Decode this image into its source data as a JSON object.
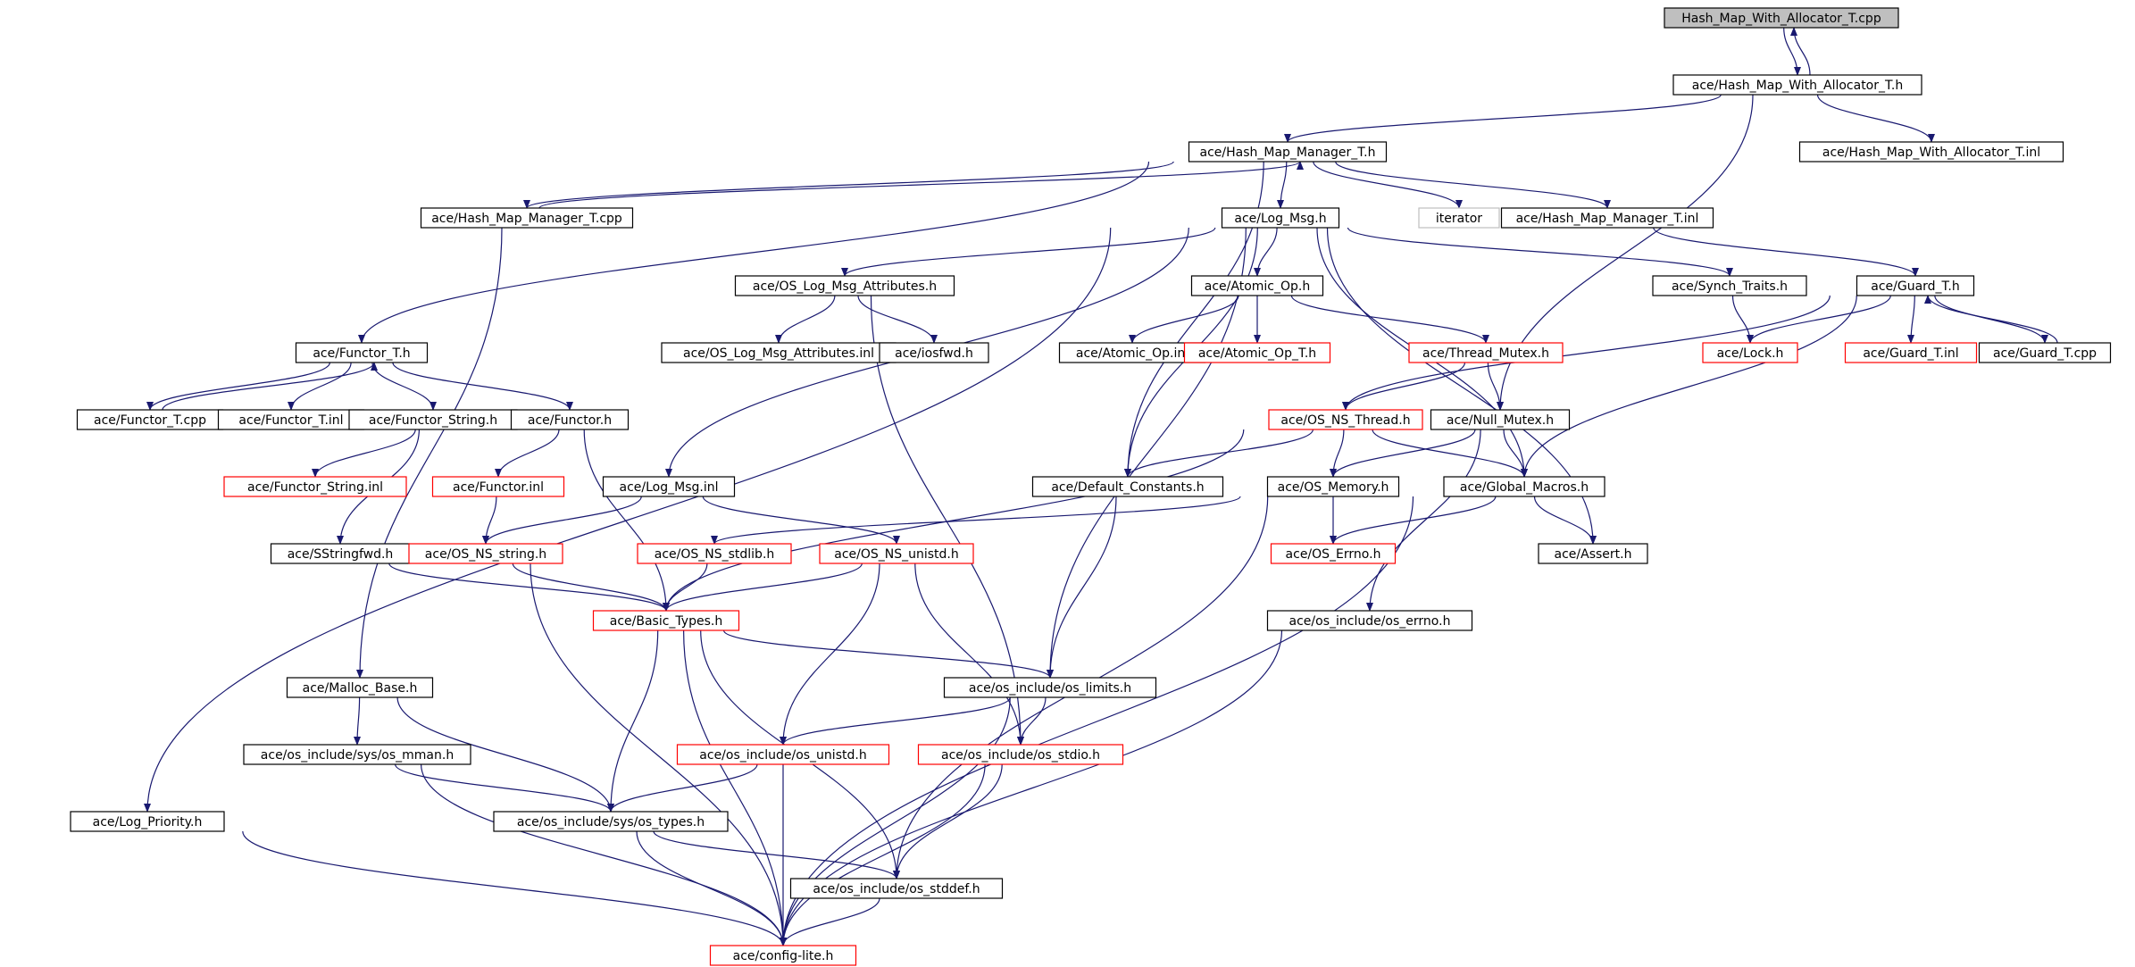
{
  "colors": {
    "edge": "#191970",
    "box_border": "#000000",
    "missing_border": "#ff0000",
    "external_border": "#bfbfbf",
    "root_fill": "#bfbfbf"
  },
  "nodes": [
    {
      "id": "n0",
      "label": "Hash_Map_With_Allocator_T.cpp",
      "kind": "root"
    },
    {
      "id": "n1",
      "label": "ace/Hash_Map_With_Allocator_T.h",
      "kind": "normal"
    },
    {
      "id": "n2",
      "label": "ace/Hash_Map_Manager_T.h",
      "kind": "normal"
    },
    {
      "id": "n3",
      "label": "ace/Hash_Map_With_Allocator_T.inl",
      "kind": "normal"
    },
    {
      "id": "n4",
      "label": "ace/Hash_Map_Manager_T.cpp",
      "kind": "normal"
    },
    {
      "id": "n5",
      "label": "ace/Log_Msg.h",
      "kind": "normal"
    },
    {
      "id": "n6",
      "label": "iterator",
      "kind": "external"
    },
    {
      "id": "n7",
      "label": "ace/Hash_Map_Manager_T.inl",
      "kind": "normal"
    },
    {
      "id": "n8",
      "label": "ace/OS_Log_Msg_Attributes.h",
      "kind": "normal"
    },
    {
      "id": "n9",
      "label": "ace/Atomic_Op.h",
      "kind": "normal"
    },
    {
      "id": "n10",
      "label": "ace/Synch_Traits.h",
      "kind": "normal"
    },
    {
      "id": "n11",
      "label": "ace/Guard_T.h",
      "kind": "normal"
    },
    {
      "id": "n12",
      "label": "ace/Functor_T.h",
      "kind": "normal"
    },
    {
      "id": "n13",
      "label": "ace/OS_Log_Msg_Attributes.inl",
      "kind": "normal"
    },
    {
      "id": "n14",
      "label": "ace/iosfwd.h",
      "kind": "normal"
    },
    {
      "id": "n15",
      "label": "ace/Atomic_Op.inl",
      "kind": "normal"
    },
    {
      "id": "n16",
      "label": "ace/Atomic_Op_T.h",
      "kind": "missing"
    },
    {
      "id": "n17",
      "label": "ace/Thread_Mutex.h",
      "kind": "missing"
    },
    {
      "id": "n18",
      "label": "ace/Lock.h",
      "kind": "missing"
    },
    {
      "id": "n19",
      "label": "ace/Guard_T.inl",
      "kind": "missing"
    },
    {
      "id": "n20",
      "label": "ace/Guard_T.cpp",
      "kind": "normal"
    },
    {
      "id": "n21",
      "label": "ace/Functor_T.cpp",
      "kind": "normal"
    },
    {
      "id": "n22",
      "label": "ace/Functor_T.inl",
      "kind": "normal"
    },
    {
      "id": "n23",
      "label": "ace/Functor_String.h",
      "kind": "normal"
    },
    {
      "id": "n24",
      "label": "ace/Functor.h",
      "kind": "normal"
    },
    {
      "id": "n25",
      "label": "ace/OS_NS_Thread.h",
      "kind": "missing"
    },
    {
      "id": "n26",
      "label": "ace/Null_Mutex.h",
      "kind": "normal"
    },
    {
      "id": "n27",
      "label": "ace/Functor_String.inl",
      "kind": "missing"
    },
    {
      "id": "n28",
      "label": "ace/Functor.inl",
      "kind": "missing"
    },
    {
      "id": "n29",
      "label": "ace/Log_Msg.inl",
      "kind": "normal"
    },
    {
      "id": "n30",
      "label": "ace/Default_Constants.h",
      "kind": "normal"
    },
    {
      "id": "n31",
      "label": "ace/OS_Memory.h",
      "kind": "normal"
    },
    {
      "id": "n32",
      "label": "ace/Global_Macros.h",
      "kind": "normal"
    },
    {
      "id": "n33",
      "label": "ace/SStringfwd.h",
      "kind": "normal"
    },
    {
      "id": "n34",
      "label": "ace/OS_NS_string.h",
      "kind": "missing"
    },
    {
      "id": "n35",
      "label": "ace/OS_NS_stdlib.h",
      "kind": "missing"
    },
    {
      "id": "n36",
      "label": "ace/OS_NS_unistd.h",
      "kind": "missing"
    },
    {
      "id": "n37",
      "label": "ace/OS_Errno.h",
      "kind": "missing"
    },
    {
      "id": "n38",
      "label": "ace/Assert.h",
      "kind": "normal"
    },
    {
      "id": "n39",
      "label": "ace/Basic_Types.h",
      "kind": "missing"
    },
    {
      "id": "n40",
      "label": "ace/os_include/os_errno.h",
      "kind": "normal"
    },
    {
      "id": "n41",
      "label": "ace/Malloc_Base.h",
      "kind": "normal"
    },
    {
      "id": "n42",
      "label": "ace/os_include/os_limits.h",
      "kind": "normal"
    },
    {
      "id": "n43",
      "label": "ace/os_include/sys/os_mman.h",
      "kind": "normal"
    },
    {
      "id": "n44",
      "label": "ace/os_include/os_unistd.h",
      "kind": "missing"
    },
    {
      "id": "n45",
      "label": "ace/os_include/os_stdio.h",
      "kind": "missing"
    },
    {
      "id": "n46",
      "label": "ace/Log_Priority.h",
      "kind": "normal"
    },
    {
      "id": "n47",
      "label": "ace/os_include/sys/os_types.h",
      "kind": "normal"
    },
    {
      "id": "n48",
      "label": "ace/os_include/os_stddef.h",
      "kind": "normal"
    },
    {
      "id": "n49",
      "label": "ace/config-lite.h",
      "kind": "missing"
    }
  ],
  "edges": [
    [
      "n0",
      "n1"
    ],
    [
      "n1",
      "n0"
    ],
    [
      "n1",
      "n2"
    ],
    [
      "n1",
      "n3"
    ],
    [
      "n1",
      "n26"
    ],
    [
      "n2",
      "n4"
    ],
    [
      "n4",
      "n2"
    ],
    [
      "n2",
      "n5"
    ],
    [
      "n2",
      "n6"
    ],
    [
      "n2",
      "n7"
    ],
    [
      "n2",
      "n12"
    ],
    [
      "n2",
      "n30"
    ],
    [
      "n7",
      "n11"
    ],
    [
      "n5",
      "n8"
    ],
    [
      "n5",
      "n9"
    ],
    [
      "n5",
      "n10"
    ],
    [
      "n5",
      "n29"
    ],
    [
      "n5",
      "n30"
    ],
    [
      "n5",
      "n32"
    ],
    [
      "n5",
      "n38"
    ],
    [
      "n5",
      "n42"
    ],
    [
      "n5",
      "n46"
    ],
    [
      "n8",
      "n13"
    ],
    [
      "n8",
      "n14"
    ],
    [
      "n8",
      "n45"
    ],
    [
      "n9",
      "n15"
    ],
    [
      "n9",
      "n16"
    ],
    [
      "n9",
      "n17"
    ],
    [
      "n17",
      "n25"
    ],
    [
      "n17",
      "n26"
    ],
    [
      "n10",
      "n18"
    ],
    [
      "n11",
      "n18"
    ],
    [
      "n11",
      "n19"
    ],
    [
      "n11",
      "n20"
    ],
    [
      "n20",
      "n11"
    ],
    [
      "n11",
      "n25"
    ],
    [
      "n11",
      "n32"
    ],
    [
      "n12",
      "n21"
    ],
    [
      "n21",
      "n12"
    ],
    [
      "n12",
      "n22"
    ],
    [
      "n12",
      "n23"
    ],
    [
      "n12",
      "n24"
    ],
    [
      "n23",
      "n27"
    ],
    [
      "n23",
      "n33"
    ],
    [
      "n24",
      "n28"
    ],
    [
      "n24",
      "n39"
    ],
    [
      "n28",
      "n34"
    ],
    [
      "n4",
      "n41"
    ],
    [
      "n29",
      "n34"
    ],
    [
      "n29",
      "n36"
    ],
    [
      "n25",
      "n30"
    ],
    [
      "n25",
      "n31"
    ],
    [
      "n25",
      "n32"
    ],
    [
      "n25",
      "n39"
    ],
    [
      "n26",
      "n31"
    ],
    [
      "n26",
      "n32"
    ],
    [
      "n26",
      "n40"
    ],
    [
      "n30",
      "n42"
    ],
    [
      "n31",
      "n35"
    ],
    [
      "n31",
      "n37"
    ],
    [
      "n31",
      "n48"
    ],
    [
      "n32",
      "n37"
    ],
    [
      "n32",
      "n38"
    ],
    [
      "n32",
      "n49"
    ],
    [
      "n33",
      "n39"
    ],
    [
      "n34",
      "n39"
    ],
    [
      "n34",
      "n49"
    ],
    [
      "n35",
      "n39"
    ],
    [
      "n36",
      "n39"
    ],
    [
      "n36",
      "n44"
    ],
    [
      "n36",
      "n45"
    ],
    [
      "n39",
      "n42"
    ],
    [
      "n39",
      "n47"
    ],
    [
      "n39",
      "n48"
    ],
    [
      "n39",
      "n49"
    ],
    [
      "n40",
      "n49"
    ],
    [
      "n41",
      "n43"
    ],
    [
      "n41",
      "n47"
    ],
    [
      "n42",
      "n44"
    ],
    [
      "n42",
      "n45"
    ],
    [
      "n42",
      "n49"
    ],
    [
      "n43",
      "n47"
    ],
    [
      "n43",
      "n49"
    ],
    [
      "n44",
      "n47"
    ],
    [
      "n44",
      "n49"
    ],
    [
      "n45",
      "n48"
    ],
    [
      "n45",
      "n49"
    ],
    [
      "n46",
      "n49"
    ],
    [
      "n47",
      "n48"
    ],
    [
      "n47",
      "n49"
    ],
    [
      "n48",
      "n49"
    ]
  ]
}
